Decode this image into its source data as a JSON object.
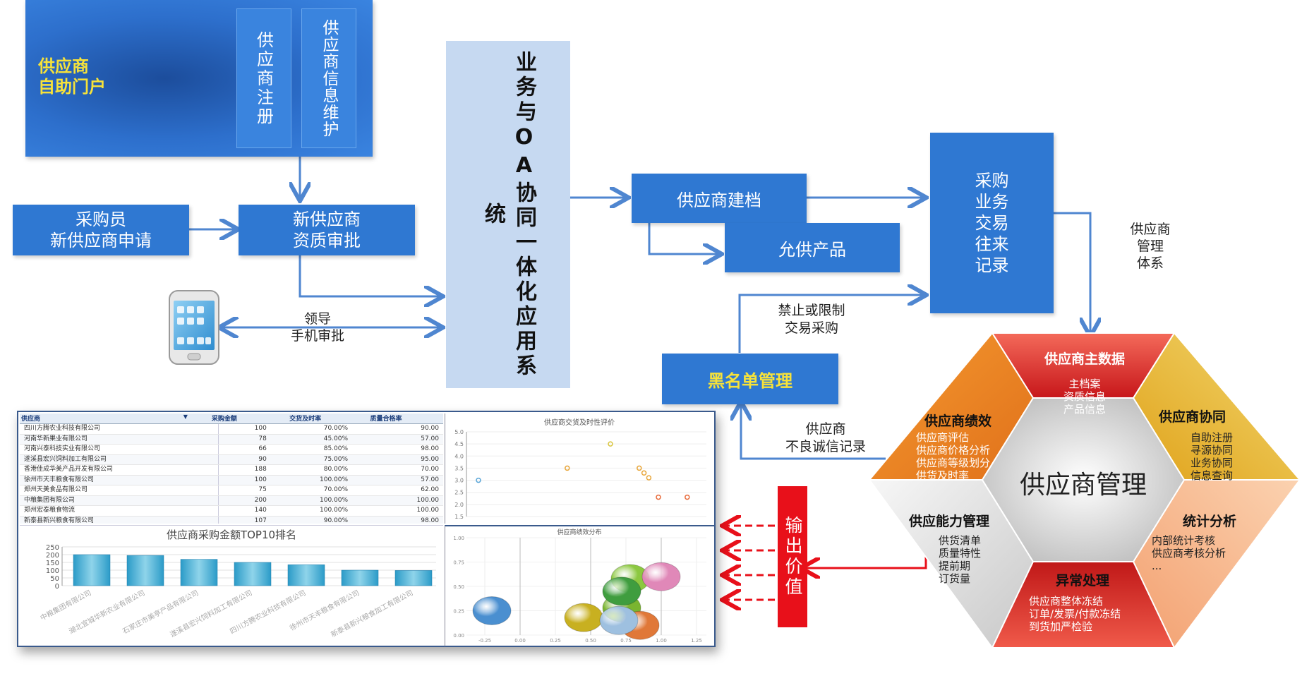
{
  "portal": {
    "title_line1": "供应商",
    "title_line2": "自助门户",
    "register": "供应商注册",
    "info_maintain": "供应商信息维护"
  },
  "process": {
    "buyer_line1": "采购员",
    "buyer_line2": "新供应商申请",
    "review_line1": "新供应商",
    "review_line2": "资质审批",
    "mobile_line1": "领导",
    "mobile_line2": "手机审批",
    "oa_system": "业务与OA协同一体化应用系统",
    "profile": "供应商建档",
    "products": "允供产品",
    "records": "采购业务交易往来记录",
    "mgmt_system_line1": "供应商",
    "mgmt_system_line2": "管理",
    "mgmt_system_line3": "体系",
    "forbid_line1": "禁止或限制",
    "forbid_line2": "交易采购",
    "blacklist": "黑名单管理",
    "bad_record_line1": "供应商",
    "bad_record_line2": "不良诚信记录",
    "output_value": "输出价值"
  },
  "hexagon": {
    "center": "供应商管理",
    "master": {
      "title": "供应商主数据",
      "items": [
        "主档案",
        "资质信息",
        "产品信息"
      ]
    },
    "collab": {
      "title": "供应商协同",
      "items": [
        "自助注册",
        "寻源协同",
        "业务协同",
        "信息查询"
      ]
    },
    "perf": {
      "title": "供应商绩效",
      "items": [
        "供应商评估",
        "供应商价格分析",
        "供应商等级划分",
        "供货及时率"
      ]
    },
    "capability": {
      "title": "供应能力管理",
      "items": [
        "供货清单",
        "质量特性",
        "提前期",
        "订货量"
      ]
    },
    "stats": {
      "title": "统计分析",
      "items": [
        "内部统计考核",
        "供应商考核分析",
        "..."
      ]
    },
    "exception": {
      "title": "异常处理",
      "items": [
        "供应商整体冻结",
        "订单/发票/付款冻结",
        "到货加严检验"
      ]
    }
  },
  "dashboard": {
    "table_headers": [
      "供应商",
      "采购金额",
      "交货及时率",
      "质量合格率"
    ],
    "rows": [
      {
        "name": "四川方腾农业科技有限公司",
        "amount": "100",
        "ontime": "70.00%",
        "quality": "90.00"
      },
      {
        "name": "河南华新果业有限公司",
        "amount": "78",
        "ontime": "45.00%",
        "quality": "57.00"
      },
      {
        "name": "河南兴泰科技实业有限公司",
        "amount": "66",
        "ontime": "85.00%",
        "quality": "98.00"
      },
      {
        "name": "遂溪县宏兴饲料加工有限公司",
        "amount": "90",
        "ontime": "75.00%",
        "quality": "95.00"
      },
      {
        "name": "香港佳成华美产品开发有限公司",
        "amount": "188",
        "ontime": "80.00%",
        "quality": "70.00"
      },
      {
        "name": "徐州市天丰粮食有限公司",
        "amount": "100",
        "ontime": "100.00%",
        "quality": "57.00"
      },
      {
        "name": "郑州天美食品有限公司",
        "amount": "75",
        "ontime": "70.00%",
        "quality": "62.00"
      },
      {
        "name": "中粮集团有限公司",
        "amount": "200",
        "ontime": "100.00%",
        "quality": "100.00"
      },
      {
        "name": "郑州宏泰粮食物流",
        "amount": "140",
        "ontime": "100.00%",
        "quality": "100.00"
      },
      {
        "name": "新泰县新兴粮食有限公司",
        "amount": "107",
        "ontime": "90.00%",
        "quality": "98.00"
      }
    ]
  },
  "chart_data": [
    {
      "type": "bar",
      "title": "供应商采购金额TOP10排名",
      "ylim": [
        0,
        250
      ],
      "yticks": [
        "0",
        "50",
        "100",
        "150",
        "200",
        "250"
      ],
      "categories": [
        "中粮集团有限公司",
        "湖北宜城华新农业有限公司",
        "石家庄市美亭产品有限公司",
        "遂溪县宏兴饲料加工有限公司",
        "四川方腾农业科技有限公司",
        "徐州市天丰粮食有限公司",
        "新泰县新兴粮食加工有限公司"
      ],
      "values": [
        200,
        195,
        170,
        150,
        135,
        100,
        98
      ]
    },
    {
      "type": "scatter",
      "title": "供应商交货及时性评价",
      "ylim": [
        1.5,
        5
      ],
      "yticks": [
        "5.0",
        "4.5",
        "4.0",
        "3.5",
        "3.0",
        "2.5",
        "2.0",
        "1.5"
      ],
      "points": [
        {
          "x": 0.05,
          "y": 3.0,
          "color": "#5aa6d8"
        },
        {
          "x": 0.6,
          "y": 4.5,
          "color": "#d9c43a"
        },
        {
          "x": 0.42,
          "y": 3.5,
          "color": "#e8a63a"
        },
        {
          "x": 0.72,
          "y": 3.5,
          "color": "#e8a63a"
        },
        {
          "x": 0.74,
          "y": 3.3,
          "color": "#e8a63a"
        },
        {
          "x": 0.76,
          "y": 3.1,
          "color": "#e8a63a"
        },
        {
          "x": 0.8,
          "y": 2.3,
          "color": "#e86a3a"
        },
        {
          "x": 0.92,
          "y": 2.3,
          "color": "#e86a3a"
        }
      ]
    },
    {
      "type": "bubble",
      "title": "供应商绩效分布",
      "xticks": [
        "-0.25",
        "0.00",
        "0.25",
        "0.50",
        "0.75",
        "1.00",
        "1.25"
      ],
      "yticks": [
        "1.00",
        "0.75",
        "0.50",
        "0.25",
        "0.00"
      ],
      "bubbles": [
        {
          "x": -0.2,
          "y": 0.25,
          "color": "#4a8fd0"
        },
        {
          "x": 0.45,
          "y": 0.18,
          "color": "#c8b020"
        },
        {
          "x": 0.72,
          "y": 0.28,
          "color": "#7ab530"
        },
        {
          "x": 0.78,
          "y": 0.58,
          "color": "#8cc840"
        },
        {
          "x": 1.0,
          "y": 0.6,
          "color": "#e088b8"
        },
        {
          "x": 0.72,
          "y": 0.45,
          "color": "#3f9d3f"
        },
        {
          "x": 0.85,
          "y": 0.1,
          "color": "#e07838"
        },
        {
          "x": 0.7,
          "y": 0.15,
          "color": "#9ec0e0"
        }
      ]
    }
  ]
}
